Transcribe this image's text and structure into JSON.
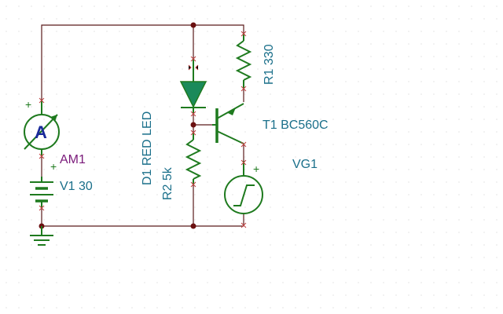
{
  "components": {
    "d1": {
      "label": "D1 RED LED"
    },
    "r2": {
      "label": "R2 5k"
    },
    "r1": {
      "label": "R1 330"
    },
    "t1": {
      "label": "T1 BC560C"
    },
    "vg1": {
      "label": "VG1"
    },
    "am1": {
      "label": "AM1",
      "symbol": "A"
    },
    "v1": {
      "label": "V1 30"
    }
  },
  "polarity_mark": "+",
  "colors": {
    "wire": "#5a1a1a",
    "component": "#1e7a1e",
    "label": "#1a6f8a",
    "meter_label": "#7a1a7a",
    "node": "#6b1010"
  }
}
